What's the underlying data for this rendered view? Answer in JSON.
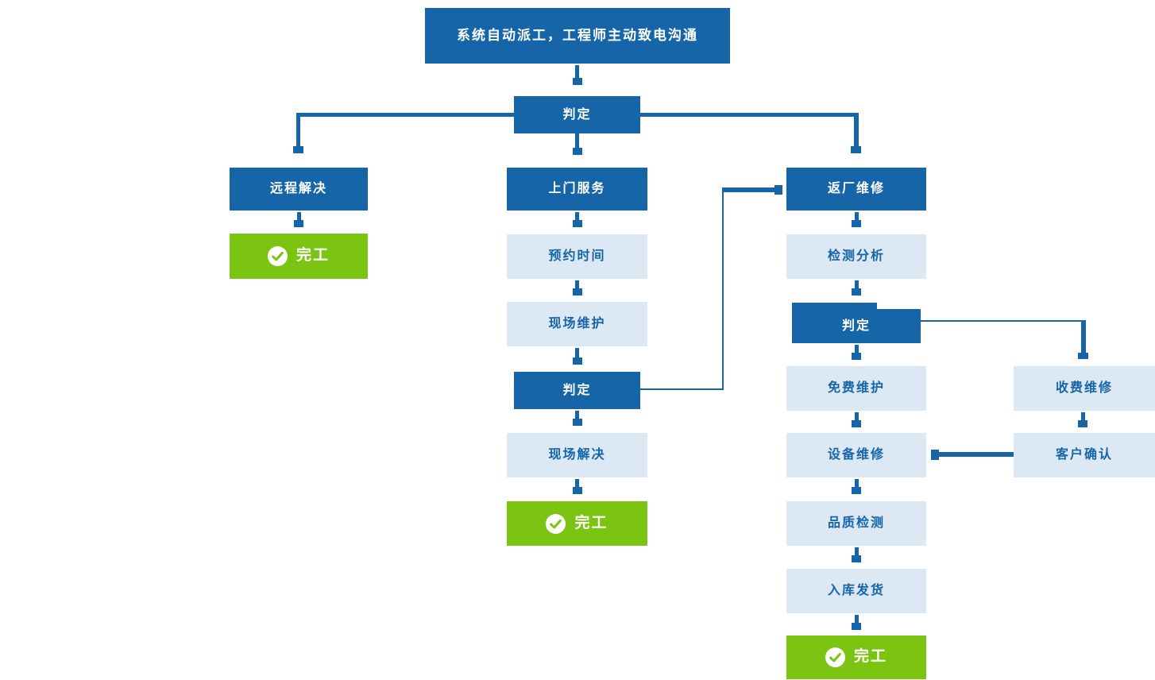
{
  "colors": {
    "primary_blue": "#1565A8",
    "light_blue_fill": "#DCE8F4",
    "light_box_text": "#1565A8",
    "green": "#7CC412",
    "text_on_dark": "#FFFFFF"
  },
  "nodes": {
    "dispatch": {
      "label": "系统自动派工，工程师主动致电沟通"
    },
    "decide1": {
      "label": "判定"
    },
    "remote": {
      "label": "远程解决"
    },
    "done1": {
      "label": "完工",
      "icon": "check-circle-icon"
    },
    "onsite": {
      "label": "上门服务"
    },
    "appointment": {
      "label": "预约时间"
    },
    "maintain": {
      "label": "现场维护"
    },
    "decide2": {
      "label": "判定"
    },
    "solve": {
      "label": "现场解决"
    },
    "done2": {
      "label": "完工",
      "icon": "check-circle-icon"
    },
    "factory": {
      "label": "返厂维修"
    },
    "analyze": {
      "label": "检测分析"
    },
    "decide3": {
      "label": "判定"
    },
    "free": {
      "label": "免费维护"
    },
    "paid": {
      "label": "收费维修"
    },
    "confirm": {
      "label": "客户确认"
    },
    "repair": {
      "label": "设备维修"
    },
    "quality": {
      "label": "品质检测"
    },
    "ship": {
      "label": "入库发货"
    },
    "done3": {
      "label": "完工",
      "icon": "check-circle-icon"
    }
  }
}
